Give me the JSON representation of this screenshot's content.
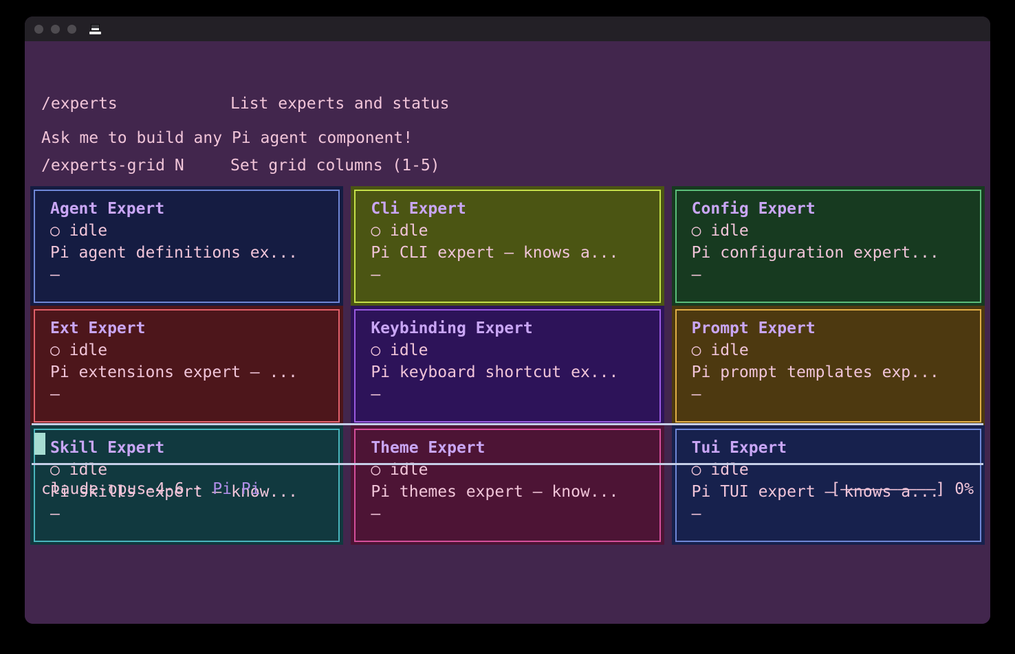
{
  "window": {
    "titlebar": {
      "traffic_lights": [
        "close",
        "minimize",
        "zoom"
      ],
      "app_icon": "laptop-icon"
    },
    "background_color": "#42264d"
  },
  "help": {
    "commands": [
      {
        "command": "/experts",
        "description": "List experts and status"
      },
      {
        "command": "/experts-grid N",
        "description": "Set grid columns (1-5)"
      }
    ],
    "prompt_hint": "Ask me to build any Pi agent component!"
  },
  "experts": {
    "columns": 3,
    "cards": [
      {
        "title": "Agent Expert",
        "status_icon": "○",
        "status": "idle",
        "description": "Pi agent definitions ex...",
        "footer": "—",
        "border_color": "#6f86d6",
        "background_color": "#151c42",
        "outer_color": "#151c42"
      },
      {
        "title": "Cli Expert",
        "status_icon": "○",
        "status": "idle",
        "description": "Pi CLI expert — knows a...",
        "footer": "—",
        "border_color": "#c5e04a",
        "background_color": "#4b5513",
        "outer_color": "#4b5513"
      },
      {
        "title": "Config Expert",
        "status_icon": "○",
        "status": "idle",
        "description": "Pi configuration expert...",
        "footer": "—",
        "border_color": "#5bbd7a",
        "background_color": "#173a20",
        "outer_color": "#173a20"
      },
      {
        "title": "Ext Expert",
        "status_icon": "○",
        "status": "idle",
        "description": "Pi extensions expert — ...",
        "footer": "—",
        "border_color": "#e0606a",
        "background_color": "#4d161b",
        "outer_color": "#4d161b"
      },
      {
        "title": "Keybinding Expert",
        "status_icon": "○",
        "status": "idle",
        "description": "Pi keyboard shortcut ex...",
        "footer": "—",
        "border_color": "#9a5ae0",
        "background_color": "#2d1359",
        "outer_color": "#2d1359"
      },
      {
        "title": "Prompt Expert",
        "status_icon": "○",
        "status": "idle",
        "description": "Pi prompt templates exp...",
        "footer": "—",
        "border_color": "#e0ae47",
        "background_color": "#4d3910",
        "outer_color": "#4d3910"
      },
      {
        "title": "Skill Expert",
        "status_icon": "○",
        "status": "idle",
        "description": "Pi skills expert — know...",
        "footer": "—",
        "border_color": "#49b5bd",
        "background_color": "#11393f",
        "outer_color": "#11393f"
      },
      {
        "title": "Theme Expert",
        "status_icon": "○",
        "status": "idle",
        "description": "Pi themes expert — know...",
        "footer": "—",
        "border_color": "#d44f9b",
        "background_color": "#4d1435",
        "outer_color": "#4d1435"
      },
      {
        "title": "Tui Expert",
        "status_icon": "○",
        "status": "idle",
        "description": "Pi TUI expert — knows a...",
        "footer": "—",
        "border_color": "#6f86d6",
        "background_color": "#17214d",
        "outer_color": "#17214d"
      }
    ]
  },
  "input": {
    "value": "",
    "cursor_color": "#a6ddd2"
  },
  "statusbar": {
    "model": "claude-opus-4-6",
    "separator": " · ",
    "agent": "Pi Pi",
    "progress_bar": "[——————————]",
    "progress_percent": "0%"
  }
}
